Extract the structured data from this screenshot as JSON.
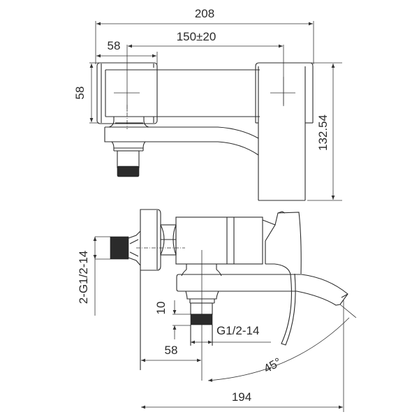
{
  "drawing": {
    "title": "Bath mixer technical drawing",
    "top_view": {
      "dimensions": {
        "overall_width": "208",
        "center_distance": "150±20",
        "body_width": "58",
        "body_height": "58",
        "overall_depth": "132.54"
      }
    },
    "side_view": {
      "dimensions": {
        "inlet_thread": "2-G1/2-14",
        "outlet_thread_length": "10",
        "outlet_thread": "G1/2-14",
        "outlet_offset": "58",
        "spout_angle": "45°",
        "overall_projection": "194"
      }
    },
    "colors": {
      "line": "#2a2a2a",
      "background": "#ffffff",
      "thread_fill": "#2b2b2b"
    }
  }
}
